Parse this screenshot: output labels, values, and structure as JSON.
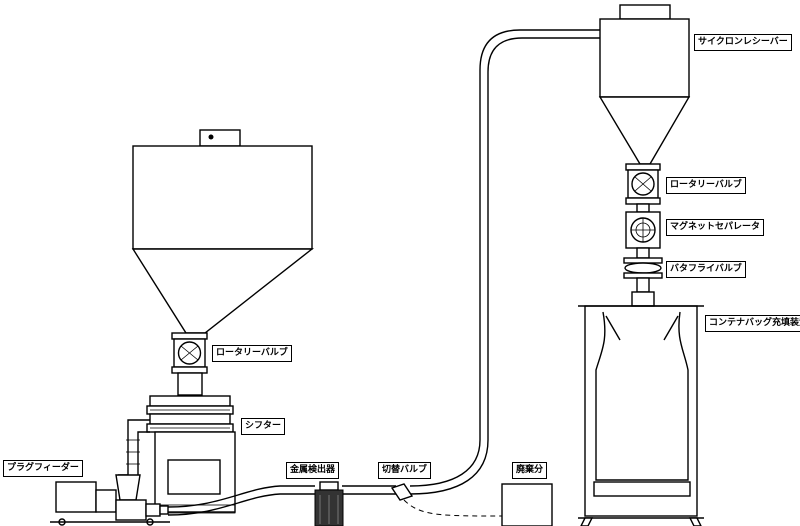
{
  "labels": {
    "cyclone_receiver": "サイクロンレシーバー",
    "rotary_valve_right": "ロータリーバルブ",
    "magnet_separator": "マグネットセパレータ",
    "butterfly_valve": "バタフライバルブ",
    "container_bag_filler": "コンテナバッグ充填装置",
    "rotary_valve_left": "ロータリーバルブ",
    "sifter": "シフター",
    "plug_feeder": "プラグフィーダー",
    "metal_detector": "金属検出器",
    "diverter_valve": "切替バルブ",
    "reject": "廃棄分"
  },
  "colors": {
    "line": "#000000",
    "background": "#ffffff",
    "metal_detector_fill": "#333333"
  }
}
